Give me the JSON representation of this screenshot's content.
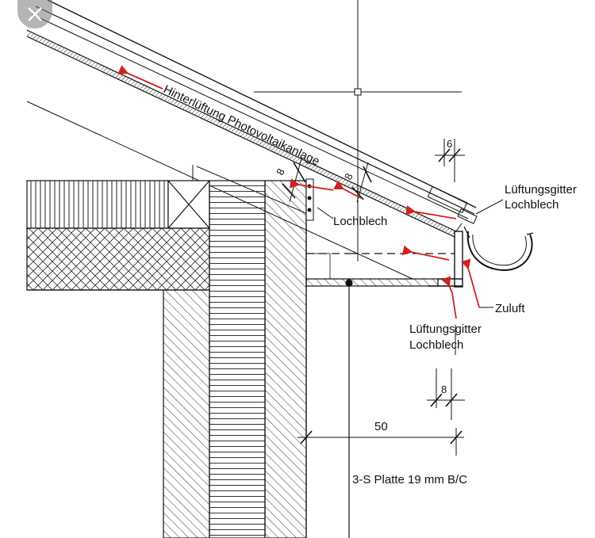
{
  "labels": {
    "hinterlueftung": "Hinterlüftung Photovoltaikanlage",
    "lochblech_center": "Lochblech",
    "lueftungsgitter_top": "Lüftungsgitter",
    "lochblech_top": "Lochblech",
    "zuluft": "Zuluft",
    "lueftungsgitter_bottom": "Lüftungsgitter",
    "lochblech_bottom": "Lochblech",
    "platte": "3-S Platte 19 mm B/C"
  },
  "dimensions": {
    "dim_6": "6",
    "dim_8_left": "8",
    "dim_8_mid": "8",
    "dim_8_right": "8",
    "dim_50": "50"
  },
  "colors": {
    "line": "#111111",
    "arrow": "#d0211c",
    "hatch": "#333333"
  },
  "close_icon": "close-icon"
}
